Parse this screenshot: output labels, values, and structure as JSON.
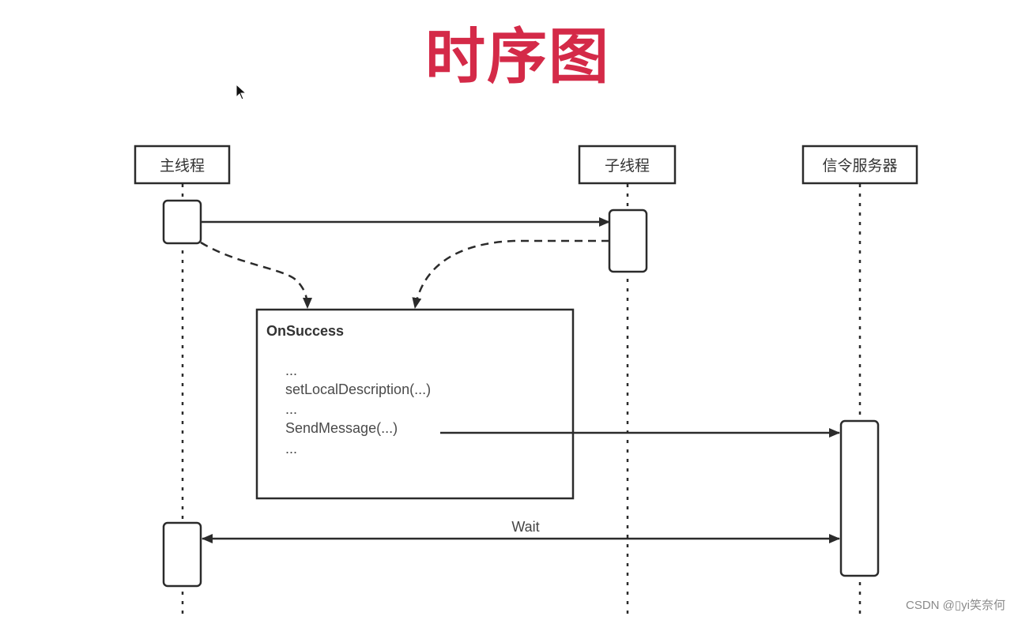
{
  "title": "时序图",
  "colors": {
    "title": "#d42a48",
    "stroke": "#2b2b2b",
    "text": "#333333",
    "watermark": "#8a8a8a"
  },
  "actors": [
    {
      "id": "main",
      "label": "主线程"
    },
    {
      "id": "child",
      "label": "子线程"
    },
    {
      "id": "server",
      "label": "信令服务器"
    }
  ],
  "callback_box": {
    "title": "OnSuccess",
    "lines": [
      "...",
      "setLocalDescription(...)",
      "...",
      "SendMessage(...)",
      "..."
    ]
  },
  "messages": [
    {
      "from": "main",
      "to": "child",
      "style": "solid",
      "label": ""
    },
    {
      "from": "main",
      "to": "callback_box",
      "style": "dashed",
      "label": ""
    },
    {
      "from": "child",
      "to": "callback_box",
      "style": "dashed",
      "label": ""
    },
    {
      "from": "callback_box",
      "to": "server",
      "style": "solid",
      "label": "",
      "source_line": "SendMessage(...)"
    },
    {
      "from": "main",
      "to": "server",
      "style": "solid-bidirectional",
      "label": "Wait"
    }
  ],
  "watermark": "CSDN @▯yi笑奈何",
  "cursor_icon": "arrow-cursor"
}
